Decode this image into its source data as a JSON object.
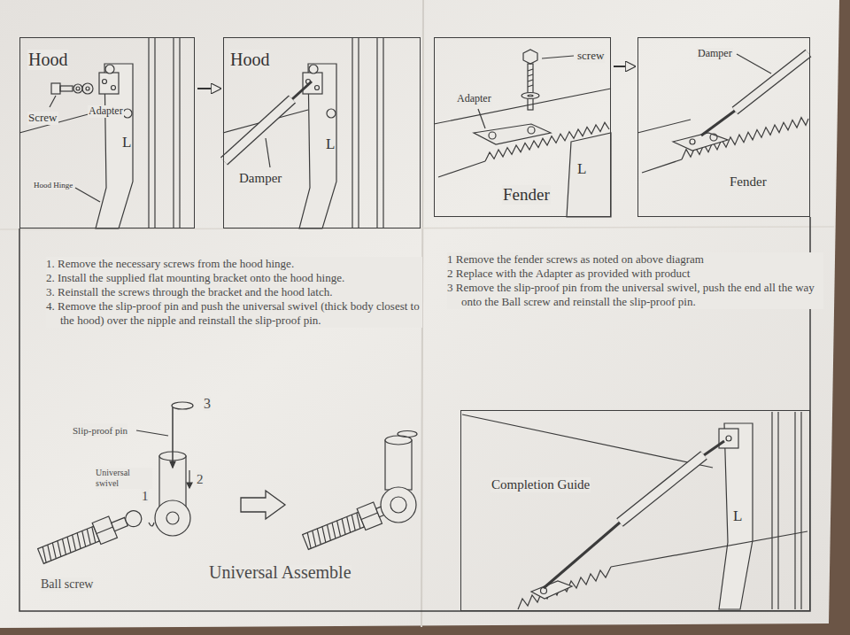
{
  "diagram": {
    "nodes": [
      {
        "text": [
          "Hood",
          "Screw",
          "Adapter",
          "L",
          "Hood Hinge"
        ]
      },
      {
        "text": [
          "Hood",
          "L",
          "Damper"
        ]
      },
      {
        "text": [
          "screw",
          "Adapter",
          "L",
          "Fender"
        ]
      },
      {
        "text": [
          "Damper",
          "Fender"
        ]
      },
      {
        "text": [
          "Completion Guide",
          "L"
        ]
      }
    ],
    "edges": [
      {
        "from": 0,
        "to": 1,
        "arrow": "to"
      },
      {
        "from": 2,
        "to": 3,
        "arrow": "to"
      }
    ],
    "labels": [
      "1. Remove the necessary screws from the hood hinge.",
      "2. Install the supplied flat mounting bracket onto the hood hinge.",
      "3. Reinstall the screws through the bracket and the hood latch.",
      "4. Remove the slip-proof pin and push the universal swivel (thick body closest to the hood) over the nipple and reinstall the slip-proof pin.",
      "1 Remove the fender screws as noted on above diagram",
      "2 Replace with the Adapter as provided with product",
      "3 Remove the slip-proof pin from the universal swivel, push the end all the way onto the Ball screw and reinstall the slip-proof pin.",
      "Slip-proof pin",
      "3",
      "Universal swivel",
      "2",
      "1",
      "Ball screw",
      "Universal Assemble"
    ]
  }
}
